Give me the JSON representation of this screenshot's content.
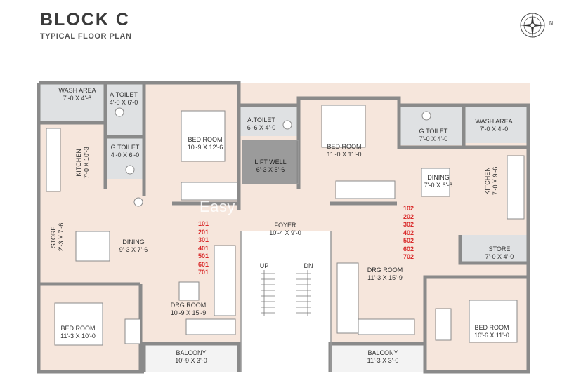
{
  "header": {
    "title": "BLOCK  C",
    "subtitle": "TYPICAL FLOOR PLAN",
    "north_label": "N"
  },
  "rooms": {
    "wash_area_left": {
      "name": "WASH AREA",
      "size": "7'-0 X 4'-6"
    },
    "a_toilet_left": {
      "name": "A.TOILET",
      "size": "4'-0 X 6'-0"
    },
    "g_toilet_left": {
      "name": "G.TOILET",
      "size": "4'-0 X 6'-0"
    },
    "kitchen_left": {
      "name": "KITCHEN",
      "size": "7'-0 X 10'-3"
    },
    "bed_room_top_left": {
      "name": "BED ROOM",
      "size": "10'-9 X 12'-6"
    },
    "store_left": {
      "name": "STORE",
      "size": "2'-3 X 7'-6"
    },
    "dining_left": {
      "name": "DINING",
      "size": "9'-3 X 7'-6"
    },
    "bed_room_bottom_left": {
      "name": "BED ROOM",
      "size": "11'-3 X 10'-0"
    },
    "drg_room_left": {
      "name": "DRG ROOM",
      "size": "10'-9 X 15'-9"
    },
    "balcony_left": {
      "name": "BALCONY",
      "size": "10'-9 X 3'-0"
    },
    "a_toilet_center": {
      "name": "A.TOILET",
      "size": "6'-6 X 4'-0"
    },
    "lift_well": {
      "name": "LIFT WELL",
      "size": "6'-3 X 5'-6"
    },
    "foyer": {
      "name": "FOYER",
      "size": "10'-4 X 9'-0"
    },
    "up": "UP",
    "dn": "DN",
    "bed_room_top_right": {
      "name": "BED ROOM",
      "size": "11'-0 X 11'-0"
    },
    "g_toilet_right": {
      "name": "G.TOILET",
      "size": "7'-0 X 4'-0"
    },
    "wash_area_right": {
      "name": "WASH AREA",
      "size": "7'-0 X 4'-0"
    },
    "dining_right": {
      "name": "DINING",
      "size": "7'-0 X 6'-6"
    },
    "kitchen_right": {
      "name": "KITCHEN",
      "size": "7'-0 X 9'-6"
    },
    "store_right": {
      "name": "STORE",
      "size": "7'-0 X 4'-0"
    },
    "drg_room_right": {
      "name": "DRG ROOM",
      "size": "11'-3 X 15'-9"
    },
    "bed_room_bottom_right": {
      "name": "BED ROOM",
      "size": "10'-6 X 11'-0"
    },
    "balcony_right": {
      "name": "BALCONY",
      "size": "11'-3 X 3'-0"
    }
  },
  "unit_numbers_left": [
    "101",
    "201",
    "301",
    "401",
    "501",
    "601",
    "701"
  ],
  "unit_numbers_right": [
    "102",
    "202",
    "302",
    "402",
    "502",
    "602",
    "702"
  ],
  "watermark": "Easy",
  "colors": {
    "wall": "#8a8a8a",
    "floor": "#f6e6dc",
    "wet_area": "#dfe1e3",
    "lift": "#9b9b9b",
    "unit_number": "#d92b2b"
  }
}
